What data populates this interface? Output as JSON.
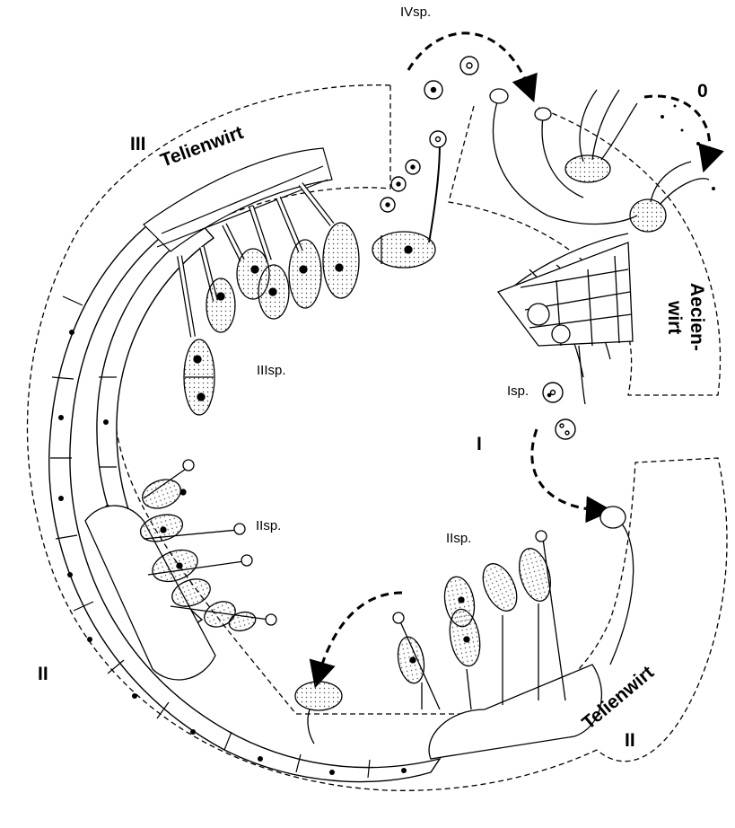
{
  "labels": {
    "stage_0": "0",
    "stage_I": "I",
    "stage_II_left": "II",
    "stage_II_right": "II",
    "stage_III": "III",
    "spore_IV": "IVsp.",
    "spore_III": "IIIsp.",
    "spore_II_left": "IIsp.",
    "spore_II_right": "IIsp.",
    "spore_I": "Isp.",
    "host_telia_top": "Telienwirt",
    "host_telia_bottom": "Telienwirt",
    "host_aecia_line1": "Aecien-",
    "host_aecia_line2": "wirt"
  },
  "colors": {
    "ink": "#000000",
    "paper": "#ffffff",
    "stipple": "#444444"
  }
}
